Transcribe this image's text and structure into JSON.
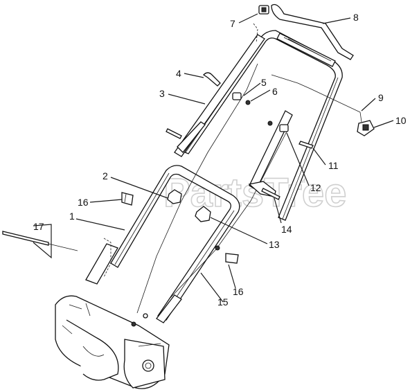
{
  "watermark": {
    "text": "PartsTree",
    "tm": "TM"
  },
  "callouts": [
    "1",
    "2",
    "3",
    "4",
    "5",
    "6",
    "7",
    "8",
    "9",
    "10",
    "11",
    "12",
    "13",
    "14",
    "15",
    "16",
    "16",
    "17"
  ],
  "colors": {
    "line": "#1a1a1a",
    "watermark": "#cfcfcf",
    "background": "#ffffff"
  }
}
